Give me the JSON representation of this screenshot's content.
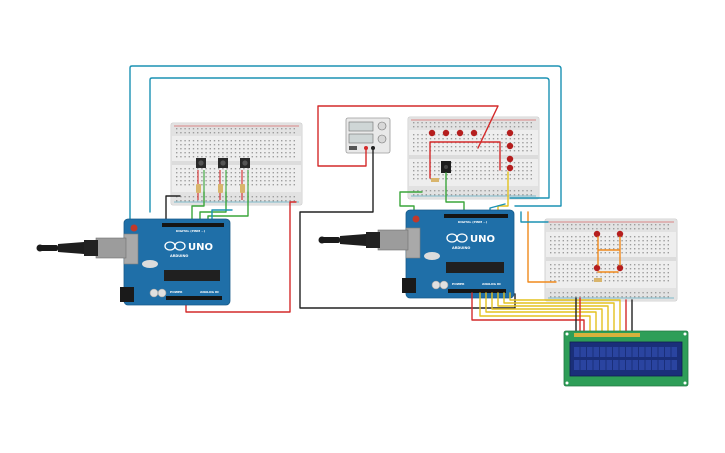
{
  "colors": {
    "background": "#ffffff",
    "wire_blue": "#1b92b4",
    "wire_red": "#d42a2a",
    "wire_green": "#3aa53a",
    "wire_black": "#222222",
    "wire_yellow": "#e3c21f",
    "wire_orange": "#f08a1d",
    "arduino_board": "#1f6fa8",
    "breadboard": "#eeeeee",
    "led_red": "#b51e1e",
    "lcd_pcb": "#2e9e58",
    "lcd_screen": "#1a2f7a"
  },
  "boards": {
    "left": {
      "brand": "UNO",
      "sub": "ARDUINO",
      "lbl_digital": "DIGITAL (PWM ~)",
      "lbl_power": "POWER",
      "lbl_analog": "ANALOG IN"
    },
    "right": {
      "brand": "UNO",
      "sub": "ARDUINO",
      "lbl_digital": "DIGITAL (PWM ~)",
      "lbl_power": "POWER",
      "lbl_analog": "ANALOG IN"
    }
  },
  "icons": {
    "usb_left": "usb-plug-icon",
    "usb_right": "usb-plug-icon",
    "infinity_logo": "arduino-infinity-icon"
  },
  "lcd": {
    "columns": 16,
    "rows": 2
  },
  "power_supply": {
    "display_top": "",
    "display_bottom": ""
  }
}
